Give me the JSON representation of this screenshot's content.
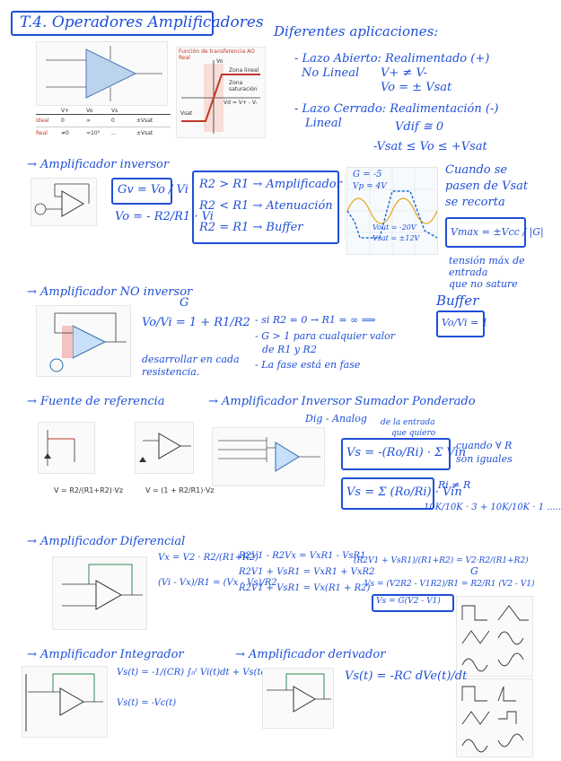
{
  "title": "T.4. Operadores Amplificadores",
  "sections": {
    "diff_apps": {
      "heading": "Diferentes aplicaciones:",
      "open_loop": [
        "- Lazo Abierto: Realimentado (+)",
        "No Lineal",
        "V+ ≠ V-",
        "Vo = ± Vsat"
      ],
      "closed_loop": [
        "- Lazo Cerrado: Realimentación (-)",
        "Lineal",
        "Vdif ≅ 0",
        "-Vsat ≤ Vo ≤ +Vsat"
      ],
      "fig_caption": "Función de transferencia AO Real",
      "fig_labels": [
        "Zona lineal",
        "Zona saturación",
        "Vo",
        "Vsat",
        "Vd = V+ - V-"
      ]
    },
    "inverting": {
      "heading": "→ Amplificador inversor",
      "gain": "Gv = Vo / Vi",
      "formula": "Vo = - R2/R1 · Vi",
      "cases": [
        "R2 > R1 → Amplificador",
        "R2 < R1 → Atenuación",
        "R2 = R1 → Buffer"
      ],
      "note": [
        "Cuando se",
        "pasen de Vsat",
        "se recorta"
      ],
      "vmax": "Vmax = ±Vcc / |G|",
      "vmax_note": [
        "tensión máx de",
        "entrada",
        "que no sature"
      ],
      "scope": [
        "G = -5",
        "Vp = 4V",
        "Vout = -20V",
        "Vsat = ±12V"
      ]
    },
    "noninverting": {
      "heading": "→ Amplificador NO inversor",
      "g_label": "G",
      "formula": "Vo/Vi = 1 + R1/R2",
      "notes": [
        "- si R2 = 0  → R1 = ∞  ⟹",
        "- G > 1 para cualquier valor",
        "de R1 y R2",
        "- La fase está en fase"
      ],
      "buffer": "Buffer",
      "buffer_formula": "Vo/Vi = 1",
      "develop": [
        "desarrollar en cada",
        "resistencia."
      ]
    },
    "reference": {
      "heading": "→ Fuente de referencia",
      "f1": "V = R2/(R1+R2)·Vz",
      "f2": "V = (1 + R2/R1)·Vz"
    },
    "summing": {
      "heading": "→ Amplificador Inversor Sumador Ponderado",
      "sub": "Dig - Analog",
      "annot": [
        "de la entrada",
        "que quiero"
      ],
      "f1": "Vs = -(Ro/Ri) · Σ Vin",
      "f1_note": [
        "cuando ∀ R",
        "son iguales"
      ],
      "f2": "Vs = Σ (Ro/Ri) · Vin",
      "f2_note": "Ri ≠ R",
      "f3": "10K/10K · 3 + 10K/10K · 1 ....."
    },
    "differential": {
      "heading": "→ Amplificador Diferencial",
      "left": [
        "Vx = V2 · R2/(R1+R2)",
        "(Vi - Vx)/R1 = (Vx - Vs)/R2"
      ],
      "mid": [
        "R2V1 - R2Vx = VxR1 - VsR1",
        "R2V1 + VsR1 = VxR1 + VxR2",
        "R2V1 + VsR1 = Vx(R1 + R2)"
      ],
      "right": [
        "(R2V1 + VsR1)/(R1+R2) = V2·R2/(R1+R2)",
        "Vs = (V2R2 - V1R2)/R1 = R2/R1 (V2 - V1)",
        "Vs = G(V2 - V1)"
      ],
      "g_label": "G"
    },
    "integrator": {
      "heading": "→ Amplificador Integrador",
      "f1": "Vs(t) = -1/(CR) ∫₀ᵗ Vi(t)dt + Vs(to)",
      "f2": "Vs(t) = -Vc(t)"
    },
    "derivative": {
      "heading": "→ Amplificador derivador",
      "f1": "Vs(t) = -RC dVe(t)/dt"
    }
  },
  "table": {
    "headers": [
      "",
      "V+",
      "Vo",
      "Vs",
      ""
    ],
    "rows": [
      [
        "Ideal",
        "0",
        "∞",
        "0",
        "±Vsat"
      ],
      [
        "Real",
        "≠0",
        "≈10⁵",
        "...",
        "±Vsat"
      ]
    ]
  }
}
